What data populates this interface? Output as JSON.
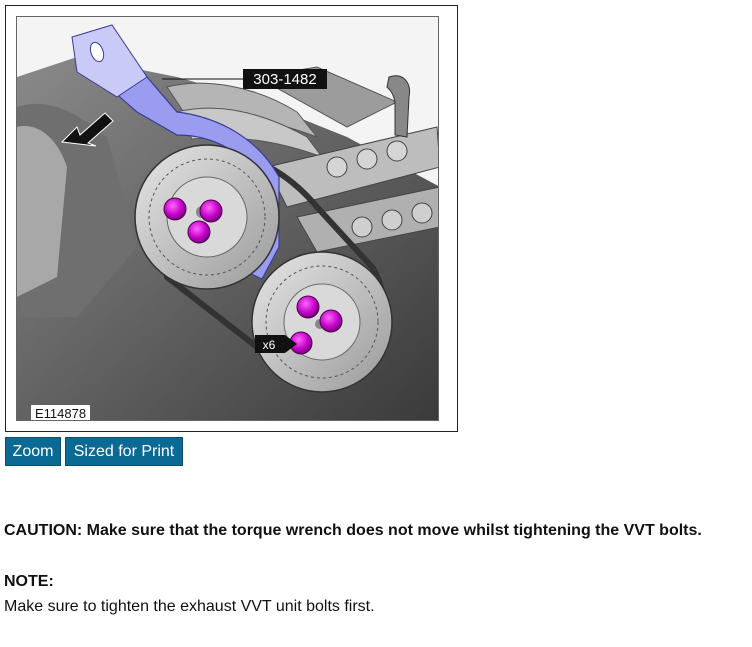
{
  "figure": {
    "tool_callout": "303-1482",
    "quantity_callout": "x6",
    "figure_id": "E114878"
  },
  "buttons": {
    "zoom_label": "Zoom",
    "print_label": "Sized for Print"
  },
  "caution": {
    "text": "CAUTION: Make sure that the torque wrench does not move whilst tightening the VVT bolts."
  },
  "note": {
    "heading": "NOTE:",
    "text": "Make sure to tighten the exhaust VVT unit bolts first."
  },
  "colors": {
    "button_bg": "#0b6a93",
    "tool_blue": "#9a9cf0",
    "bolt_magenta": "#c400c8"
  }
}
